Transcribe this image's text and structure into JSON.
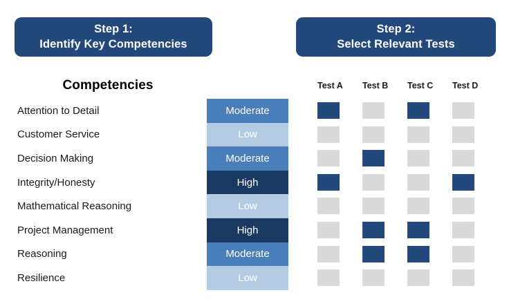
{
  "steps": {
    "step1": {
      "line1": "Step 1:",
      "line2": "Identify Key Competencies"
    },
    "step2": {
      "line1": "Step 2:",
      "line2": "Select Relevant Tests"
    }
  },
  "competencies_section": {
    "title": "Competencies",
    "rows": [
      {
        "name": "Attention to Detail",
        "rating": "Moderate",
        "rating_level": "moderate"
      },
      {
        "name": "Customer Service",
        "rating": "Low",
        "rating_level": "low"
      },
      {
        "name": "Decision Making",
        "rating": "Moderate",
        "rating_level": "moderate"
      },
      {
        "name": "Integrity/Honesty",
        "rating": "High",
        "rating_level": "high"
      },
      {
        "name": "Mathematical Reasoning",
        "rating": "Low",
        "rating_level": "low"
      },
      {
        "name": "Project Management",
        "rating": "High",
        "rating_level": "high"
      },
      {
        "name": "Reasoning",
        "rating": "Moderate",
        "rating_level": "moderate"
      },
      {
        "name": "Resilience",
        "rating": "Low",
        "rating_level": "low"
      }
    ]
  },
  "tests_section": {
    "columns": [
      "Test A",
      "Test B",
      "Test C",
      "Test D"
    ],
    "matrix": [
      [
        true,
        false,
        true,
        false
      ],
      [
        false,
        false,
        false,
        false
      ],
      [
        false,
        true,
        false,
        false
      ],
      [
        true,
        false,
        false,
        true
      ],
      [
        false,
        false,
        false,
        false
      ],
      [
        false,
        true,
        true,
        false
      ],
      [
        false,
        true,
        true,
        false
      ],
      [
        false,
        false,
        false,
        false
      ]
    ]
  },
  "colors": {
    "brand_navy": "#23497c",
    "rating_high": "#1b3a63",
    "rating_moderate": "#4a7ebb",
    "rating_low": "#b4cbe4",
    "cell_selected": "#23497c",
    "cell_unselected": "#d9d9d9",
    "background": "#ffffff"
  }
}
